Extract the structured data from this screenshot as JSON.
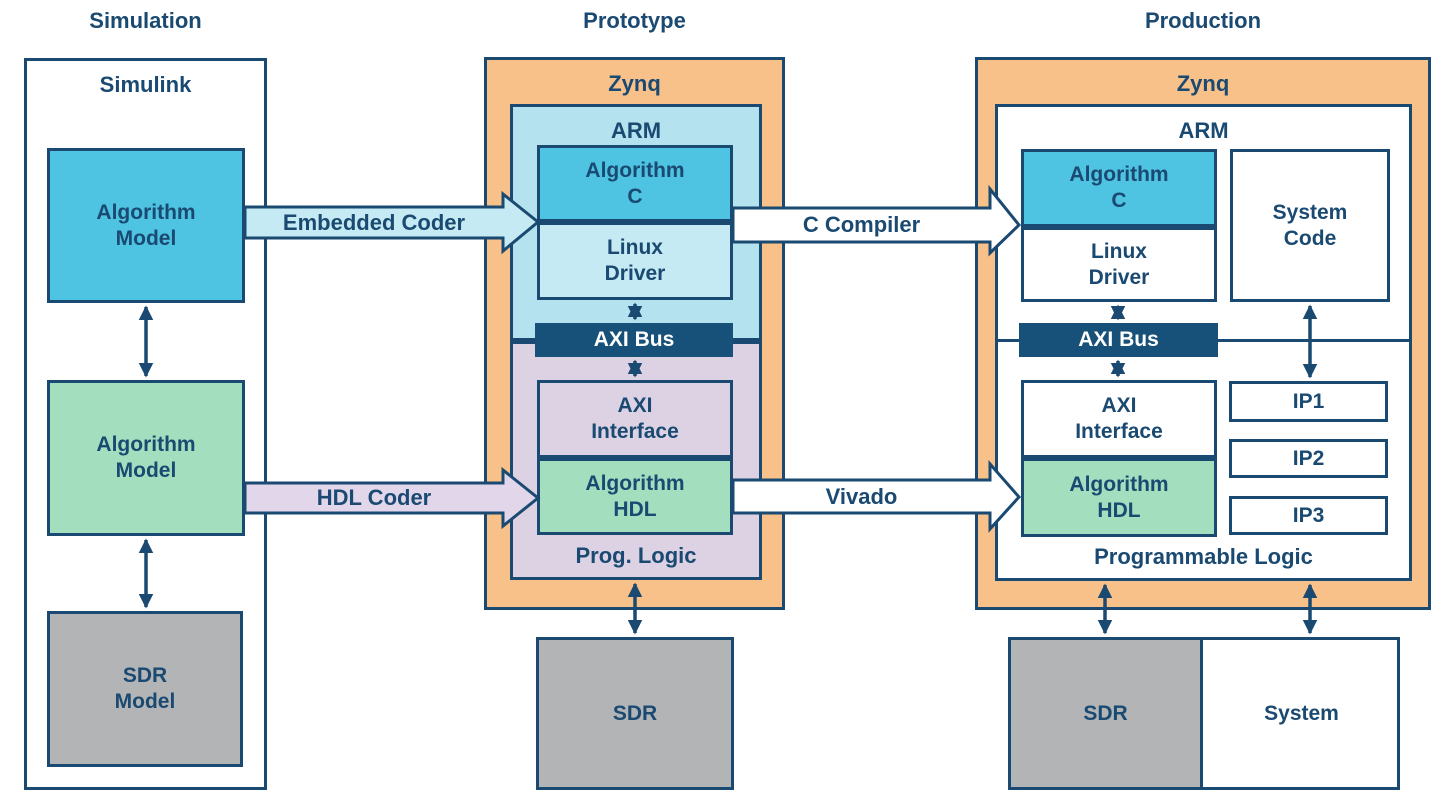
{
  "simulation": {
    "title": "Simulation",
    "simulink_label": "Simulink",
    "algorithm_model_c_label": "Algorithm\nModel",
    "algorithm_model_hdl_label": "Algorithm\nModel",
    "sdr_model_label": "SDR\nModel"
  },
  "prototype": {
    "title": "Prototype",
    "zynq_label": "Zynq",
    "arm_label": "ARM",
    "algorithm_c_label": "Algorithm\nC",
    "linux_driver_label": "Linux\nDriver",
    "axi_bus_label": "AXI Bus",
    "axi_interface_label": "AXI\nInterface",
    "algorithm_hdl_label": "Algorithm\nHDL",
    "prog_logic_label": "Prog. Logic",
    "sdr_label": "SDR"
  },
  "production": {
    "title": "Production",
    "zynq_label": "Zynq",
    "arm_label": "ARM",
    "algorithm_c_label": "Algorithm\nC",
    "linux_driver_label": "Linux\nDriver",
    "system_code_label": "System\nCode",
    "axi_bus_label": "AXI Bus",
    "axi_interface_label": "AXI\nInterface",
    "algorithm_hdl_label": "Algorithm\nHDL",
    "ip_labels": [
      "IP1",
      "IP2",
      "IP3"
    ],
    "prog_logic_label": "Programmable Logic",
    "sdr_label": "SDR",
    "system_label": "System"
  },
  "arrows": {
    "embedded_coder": "Embedded Coder",
    "c_compiler": "C Compiler",
    "hdl_coder": "HDL Coder",
    "vivado": "Vivado"
  },
  "colors": {
    "navy": "#1a4971",
    "axi_bus_fill": "#175078",
    "cyan": "#4ec3e2",
    "arm_light_blue": "#b4e2ef",
    "pale_blue": "#c6eaf4",
    "orange": "#f8c189",
    "green": "#a3dfbf",
    "lavender": "#ddd2e4",
    "gray": "#b2b4b6",
    "white": "#ffffff"
  }
}
